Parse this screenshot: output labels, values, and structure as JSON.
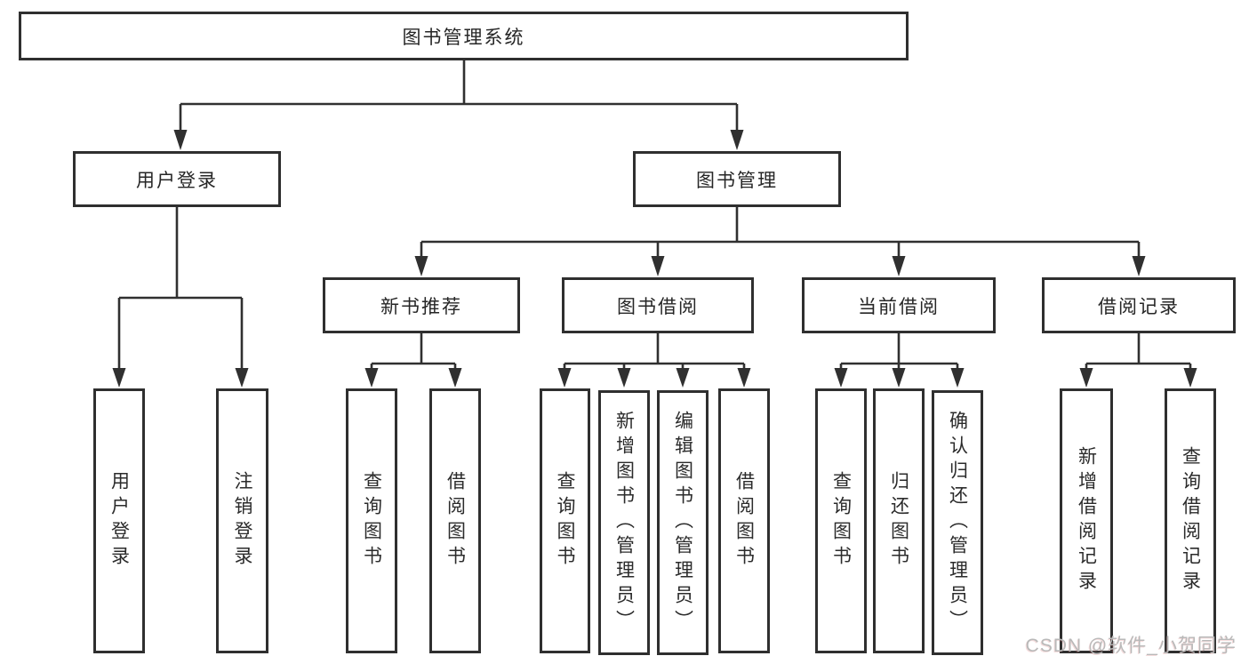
{
  "diagram": {
    "title": "图书管理系统",
    "colors": {
      "line": "#303030",
      "box_border": "#2f2f2f",
      "box_background": "#ffffff",
      "text": "#262626",
      "watermark": "#b9b9b9"
    },
    "watermark": "CSDN @软件_小贺同学",
    "root": {
      "label": "图书管理系统",
      "children": [
        {
          "label": "用户登录",
          "children": [
            {
              "label": "用户登录"
            },
            {
              "label": "注销登录"
            }
          ]
        },
        {
          "label": "图书管理",
          "children": [
            {
              "label": "新书推荐",
              "children": [
                {
                  "label": "查询图书"
                },
                {
                  "label": "借阅图书"
                }
              ]
            },
            {
              "label": "图书借阅",
              "children": [
                {
                  "label": "查询图书"
                },
                {
                  "label": "新增图书（管理员）"
                },
                {
                  "label": "编辑图书（管理员）"
                },
                {
                  "label": "借阅图书"
                }
              ]
            },
            {
              "label": "当前借阅",
              "children": [
                {
                  "label": "查询图书"
                },
                {
                  "label": "归还图书"
                },
                {
                  "label": "确认归还（管理员）"
                }
              ]
            },
            {
              "label": "借阅记录",
              "children": [
                {
                  "label": "新增借阅记录"
                },
                {
                  "label": "查询借阅记录"
                }
              ]
            }
          ]
        }
      ]
    }
  }
}
